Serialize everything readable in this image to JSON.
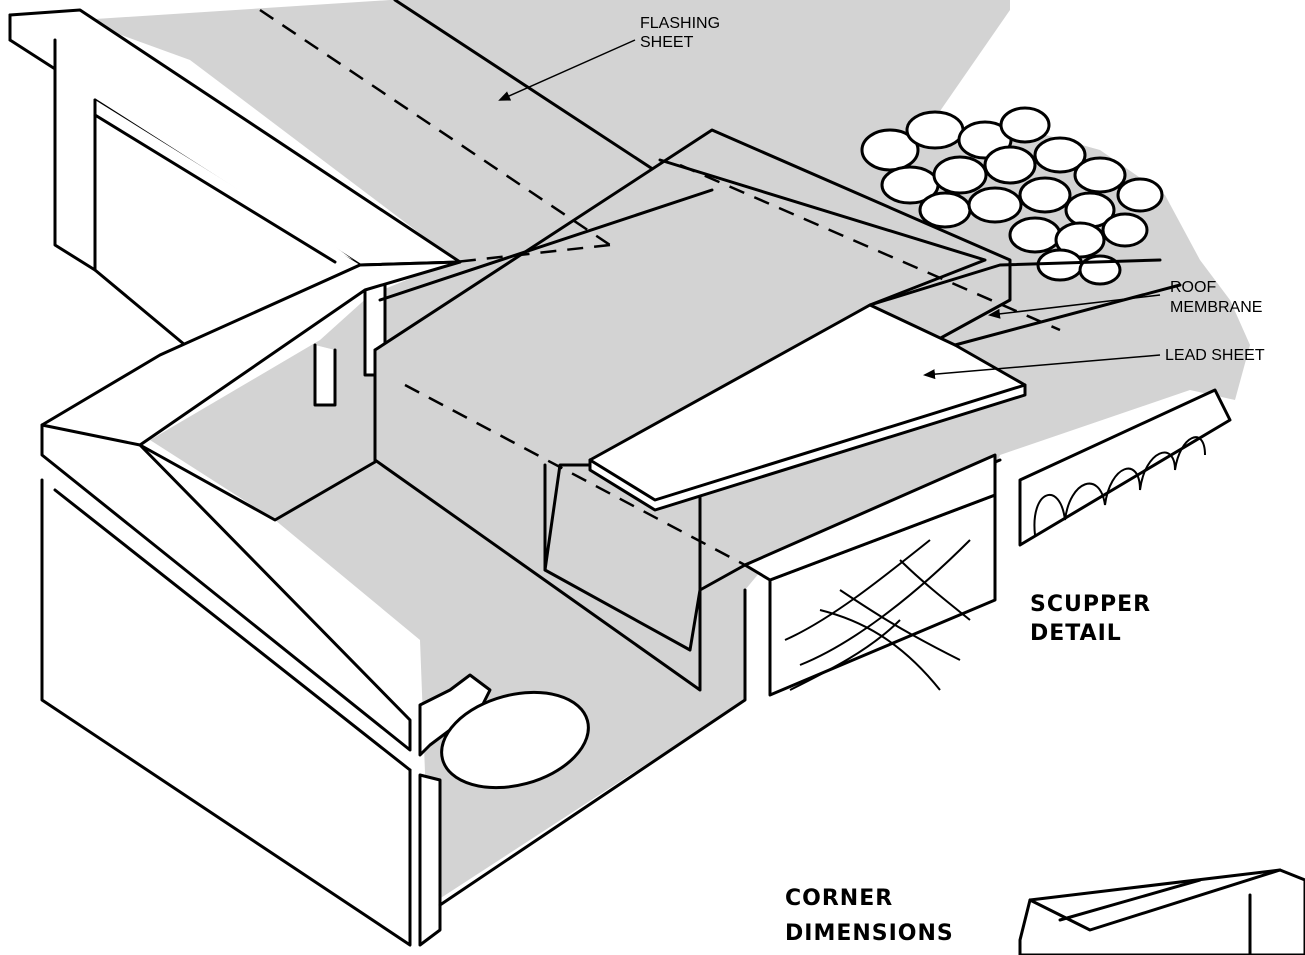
{
  "labels": {
    "flashing_sheet": [
      "FLASHING",
      "SHEET"
    ],
    "roof_membrane": [
      "ROOF",
      "MEMBRANE"
    ],
    "lead_sheet": "LEAD SHEET"
  },
  "titles": {
    "scupper_detail": [
      "SCUPPER",
      "DETAIL"
    ],
    "corner_dimensions": [
      "CORNER",
      "DIMENSIONS"
    ]
  },
  "colors": {
    "ink": "#000000",
    "membrane_fill": "#d3d3d3",
    "paper": "#ffffff"
  }
}
